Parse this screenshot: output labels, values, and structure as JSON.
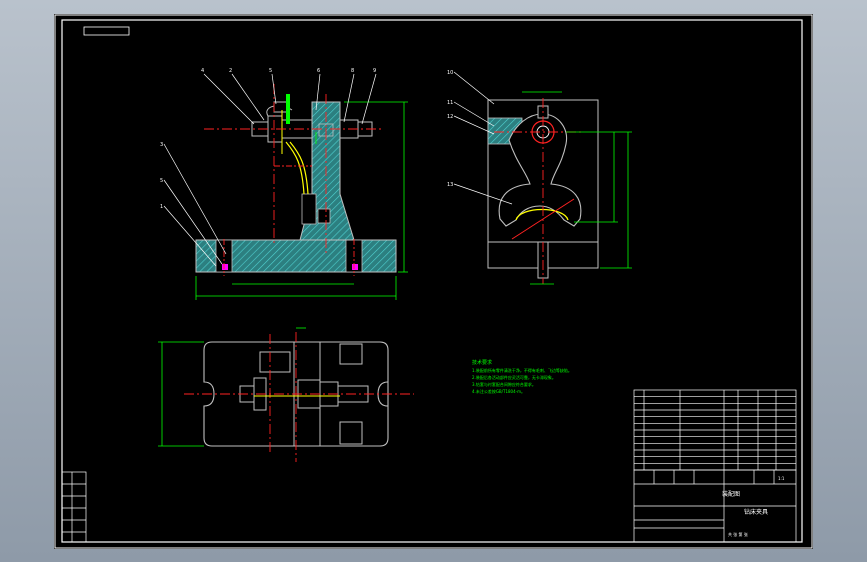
{
  "colors": {
    "background": "#000000",
    "frame": "#ffffff",
    "part": "#b0b0b0",
    "hatch": "#3fb0b0",
    "dimension": "#00ff00",
    "centerline": "#ff0000",
    "leader": "#ffffff",
    "magenta": "#ff00ff",
    "yellow": "#ffff00"
  },
  "callouts": {
    "front": [
      "4",
      "2",
      "5",
      "6",
      "8",
      "9",
      "3",
      "5",
      "1"
    ],
    "side": [
      "10",
      "11",
      "12",
      "13"
    ]
  },
  "title_block": {
    "drawing_name": "钻床夹具",
    "drawing_type": "装配图",
    "scale": "1:1",
    "sheet": "共 张 第 张"
  },
  "notes": {
    "heading": "技术要求",
    "lines": [
      "1.装配前所有零件清洗干净，不得有毛刺、飞边等缺陷。",
      "2.装配后各活动部件应灵活可靠，无卡滞现象。",
      "3.钻套与衬套配合间隙应符合要求。",
      "4.未注公差按GB/T1804-m。"
    ]
  }
}
